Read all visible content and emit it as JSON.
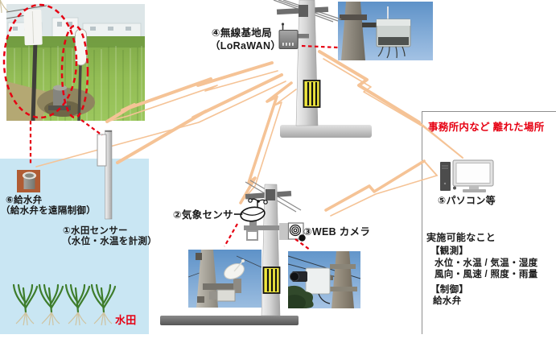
{
  "paddy_area": {
    "area_label": "水田",
    "valve_label_line1": "⑥給水弁",
    "valve_label_line2": "（給水弁を遠隔制御）",
    "sensor_label_line1": "①水田センサー",
    "sensor_label_line2": "（水位・水温を計測）"
  },
  "base_station": {
    "label_line1": "④無線基地局",
    "label_line2": "（LoRaWAN）"
  },
  "weather_sensor": {
    "label": "②気象センサー"
  },
  "web_camera": {
    "label": "③WEB カメラ"
  },
  "office": {
    "heading": "事務所内など 離れた場所",
    "pc_label": "⑤パソコン等",
    "capabilities_title": "実施可能なこと",
    "observation_heading": "【観測】",
    "observation_items_line1": "水位・水温 / 気温・湿度",
    "observation_items_line2": "風向・風速 / 照度・雨量",
    "control_heading": "【制御】",
    "control_item": "給水弁"
  },
  "colors": {
    "signal_orange": "#f5c396",
    "alert_red": "#e60012",
    "paddy_blue": "#c9e6f3",
    "marker_yellow": "#efe73e",
    "valve_brown": "#b05c33"
  }
}
